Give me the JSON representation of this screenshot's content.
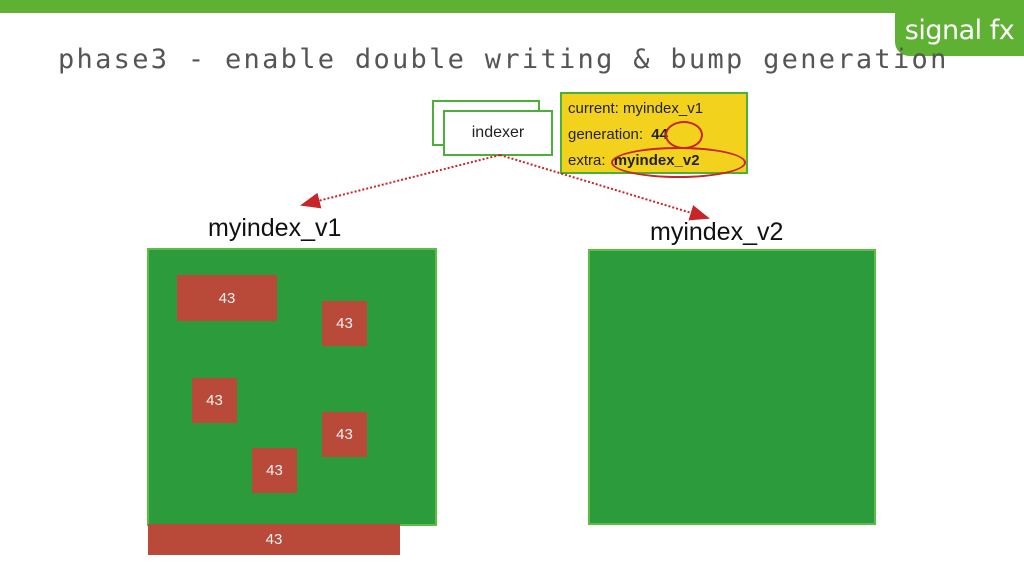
{
  "header": {
    "title": "phase3 - enable double writing & bump generation",
    "logo_text": "signal fx",
    "brand_color": "#5fb133"
  },
  "indexer": {
    "label": "indexer"
  },
  "state_box": {
    "current_key": "current:",
    "current_value": "myindex_v1",
    "generation_key": "generation:",
    "generation_value": "44",
    "extra_key": "extra:",
    "extra_value": "myindex_v2",
    "highlight_color": "#c8242a",
    "background_color": "#f3d21e"
  },
  "indices": {
    "v1": {
      "label": "myindex_v1",
      "documents": [
        "43",
        "43",
        "43",
        "43",
        "43",
        "43"
      ]
    },
    "v2": {
      "label": "myindex_v2",
      "documents": []
    }
  },
  "colors": {
    "index_fill": "#2c9b3c",
    "document_fill": "#b94a3a",
    "arrow": "#c8242a"
  }
}
